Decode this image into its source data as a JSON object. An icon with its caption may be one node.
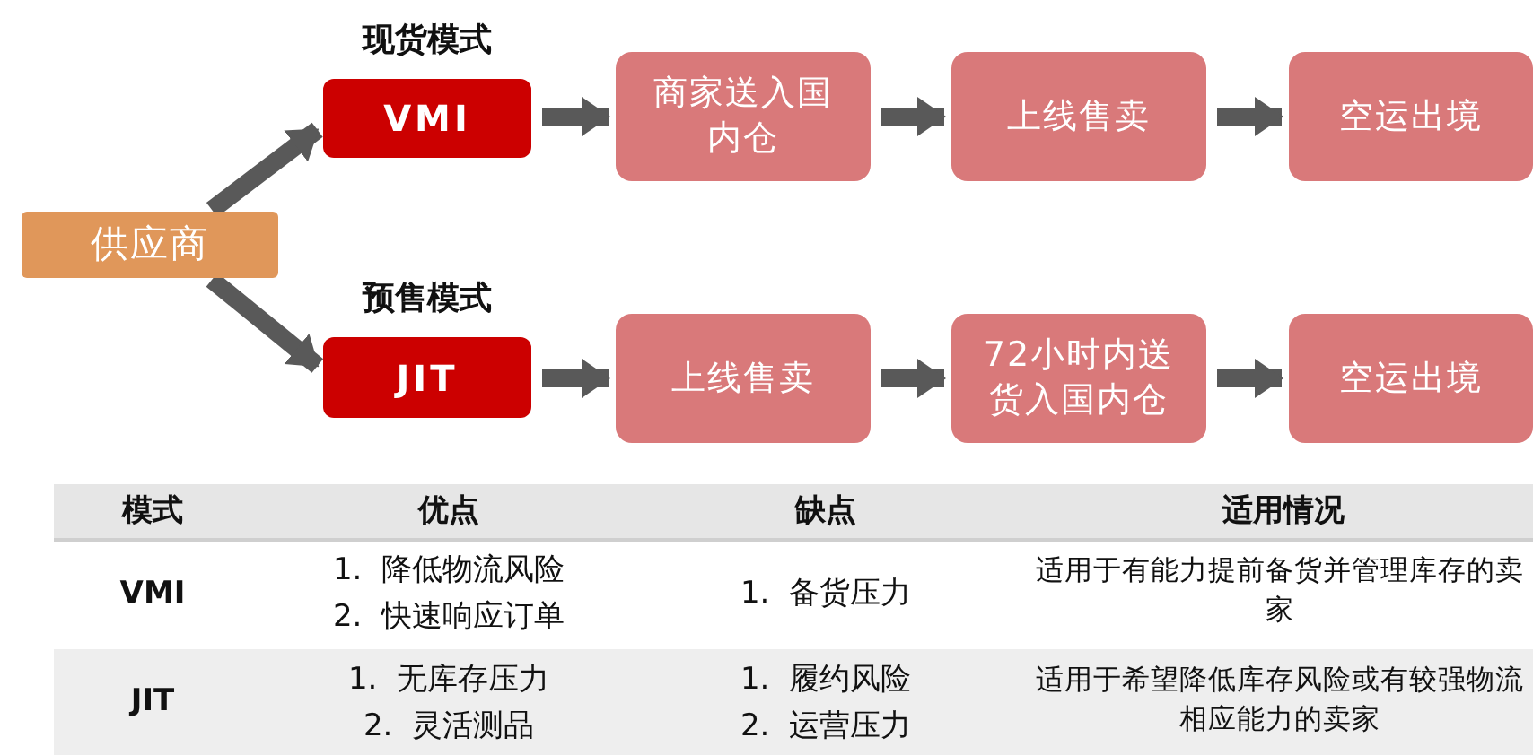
{
  "diagram": {
    "nodes": [
      {
        "text": [
          "供应商"
        ]
      },
      {
        "text": [
          "VMI"
        ],
        "beside": [
          "现货模式"
        ]
      },
      {
        "text": [
          "商家送入国内仓"
        ]
      },
      {
        "text": [
          "上线售卖"
        ]
      },
      {
        "text": [
          "空运出境"
        ]
      },
      {
        "text": [
          "JIT"
        ],
        "beside": [
          "预售模式"
        ]
      },
      {
        "text": [
          "上线售卖"
        ]
      },
      {
        "text": [
          "72小时内送货入国内仓"
        ]
      },
      {
        "text": [
          "空运出境"
        ]
      }
    ],
    "edges": [
      {
        "from": 0,
        "to": 1,
        "arrow": "to"
      },
      {
        "from": 1,
        "to": 2,
        "arrow": "to"
      },
      {
        "from": 2,
        "to": 3,
        "arrow": "to"
      },
      {
        "from": 3,
        "to": 4,
        "arrow": "to"
      },
      {
        "from": 0,
        "to": 5,
        "arrow": "to"
      },
      {
        "from": 5,
        "to": 6,
        "arrow": "to"
      },
      {
        "from": 6,
        "to": 7,
        "arrow": "to"
      },
      {
        "from": 7,
        "to": 8,
        "arrow": "to"
      }
    ],
    "labels": [
      "模式",
      "优点",
      "缺点",
      "适用情况",
      "VMI",
      "1.  降低物流风险",
      "2.  快速响应订单",
      "1.  备货压力",
      "适用于有能力提前备货并管理库存的卖家",
      "JIT",
      "1.  无库存压力",
      "2.  灵活测品",
      "1.  履约风险",
      "2.  运营压力",
      "适用于希望降低库存风险或有较强物流相应能力的卖家"
    ]
  }
}
